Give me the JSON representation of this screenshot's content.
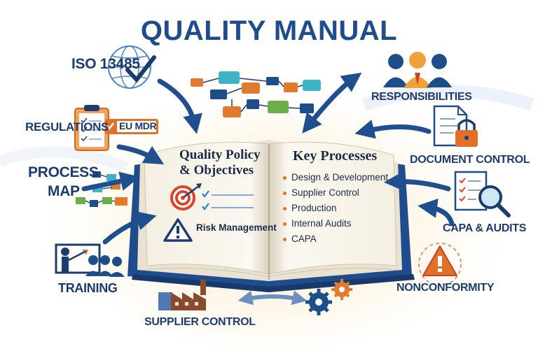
{
  "title": "QUALITY MANUAL",
  "labels": {
    "iso": "ISO 13485",
    "regulations": "REGULATIONS",
    "eu_mdr": "EU MDR",
    "process_map_line1": "PROCESS",
    "process_map_line2": "MAP",
    "training": "TRAINING",
    "supplier_control": "SUPPLIER CONTROL",
    "responsibilities": "RESPONSIBILITIES",
    "document_control": "DOCUMENT CONTROL",
    "capa_audits": "CAPA & AUDITS",
    "nonconformity": "NONCONFORMITY"
  },
  "book": {
    "left_page": {
      "heading_line1": "Quality Policy",
      "heading_line2": "& Objectives",
      "risk": "Risk Management"
    },
    "right_page": {
      "heading": "Key Processes",
      "items": [
        "Design & Development",
        "Supplier Control",
        "Production",
        "Internal Audits",
        "CAPA"
      ]
    }
  },
  "colors": {
    "navy": "#1d3c6e",
    "arrow_blue": "#1f4f8e",
    "orange": "#e0702a",
    "teal": "#3fb2c6",
    "green": "#6cae4a",
    "page": "#f7f3ea"
  }
}
